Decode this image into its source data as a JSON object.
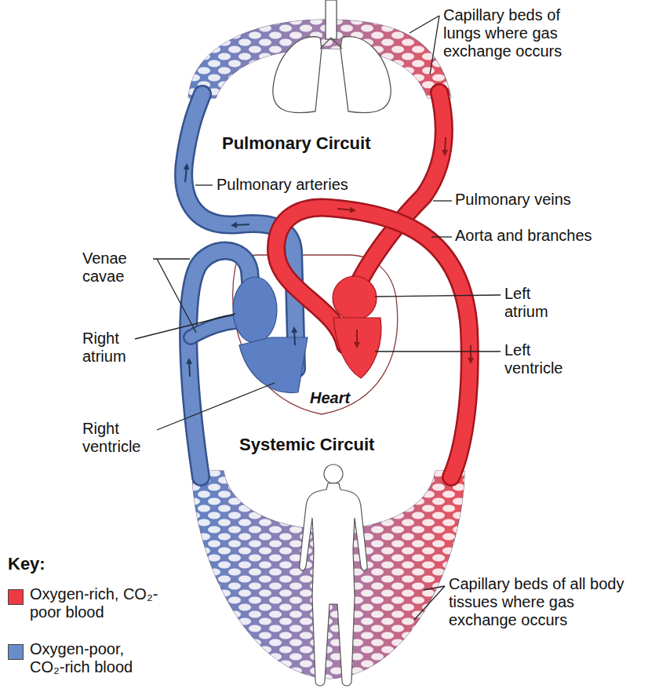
{
  "diagram": {
    "labels": [
      "Capillary beds of lungs where gas exchange occurs",
      "Pulmonary Circuit",
      "Pulmonary arteries",
      "Pulmonary veins",
      "Aorta and branches",
      "Venae cavae",
      "Right atrium",
      "Left atrium",
      "Left ventricle",
      "Heart",
      "Right ventricle",
      "Systemic Circuit",
      "Capillary beds of all body tissues where gas exchange occurs",
      "Key:"
    ],
    "legend": [
      {
        "text": "Oxygen-rich, CO₂-poor blood",
        "color": "#ee3a43"
      },
      {
        "text": "Oxygen-poor, CO₂-rich blood",
        "color": "#6b8cc9"
      }
    ]
  }
}
